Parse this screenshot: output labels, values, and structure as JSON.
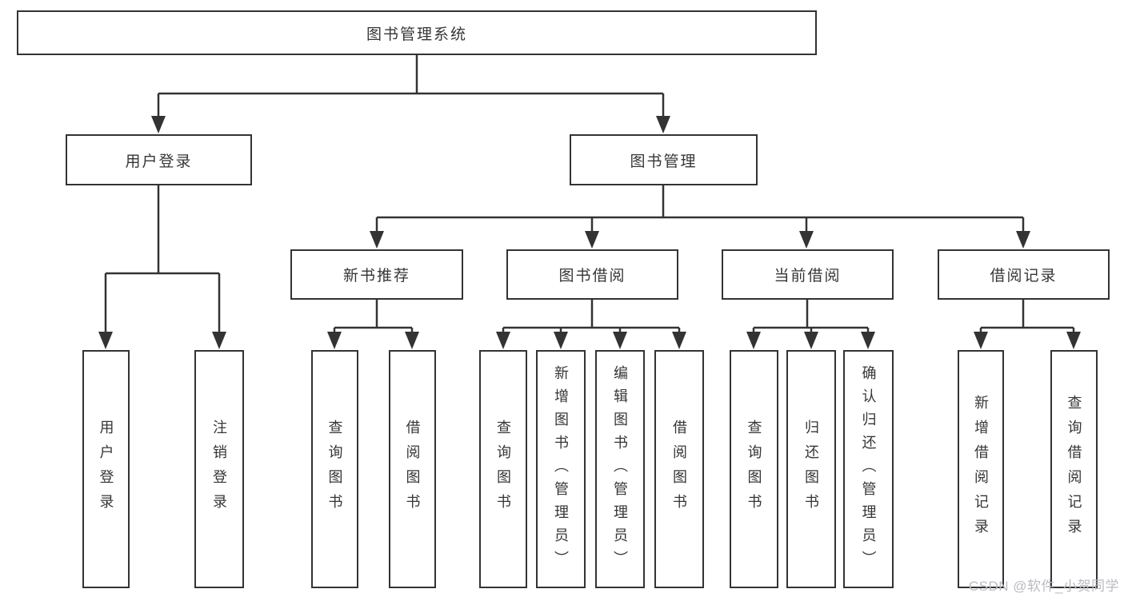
{
  "tree": {
    "root": {
      "label": "图书管理系统",
      "children": [
        {
          "label": "用户登录",
          "children": [
            {
              "label": "用户登录"
            },
            {
              "label": "注销登录"
            }
          ]
        },
        {
          "label": "图书管理",
          "children": [
            {
              "label": "新书推荐",
              "children": [
                {
                  "label": "查询图书"
                },
                {
                  "label": "借阅图书"
                }
              ]
            },
            {
              "label": "图书借阅",
              "children": [
                {
                  "label": "查询图书"
                },
                {
                  "label": "新增图书（管理员）"
                },
                {
                  "label": "编辑图书（管理员）"
                },
                {
                  "label": "借阅图书"
                }
              ]
            },
            {
              "label": "当前借阅",
              "children": [
                {
                  "label": "查询图书"
                },
                {
                  "label": "归还图书"
                },
                {
                  "label": "确认归还（管理员）"
                }
              ]
            },
            {
              "label": "借阅记录",
              "children": [
                {
                  "label": "新增借阅记录"
                },
                {
                  "label": "查询借阅记录"
                }
              ]
            }
          ]
        }
      ]
    }
  },
  "watermark": "CSDN @软件_小贺同学",
  "colors": {
    "line": "#333333",
    "text": "#363636",
    "box_fill": "#ffffff",
    "watermark": "#b9bbc0"
  }
}
